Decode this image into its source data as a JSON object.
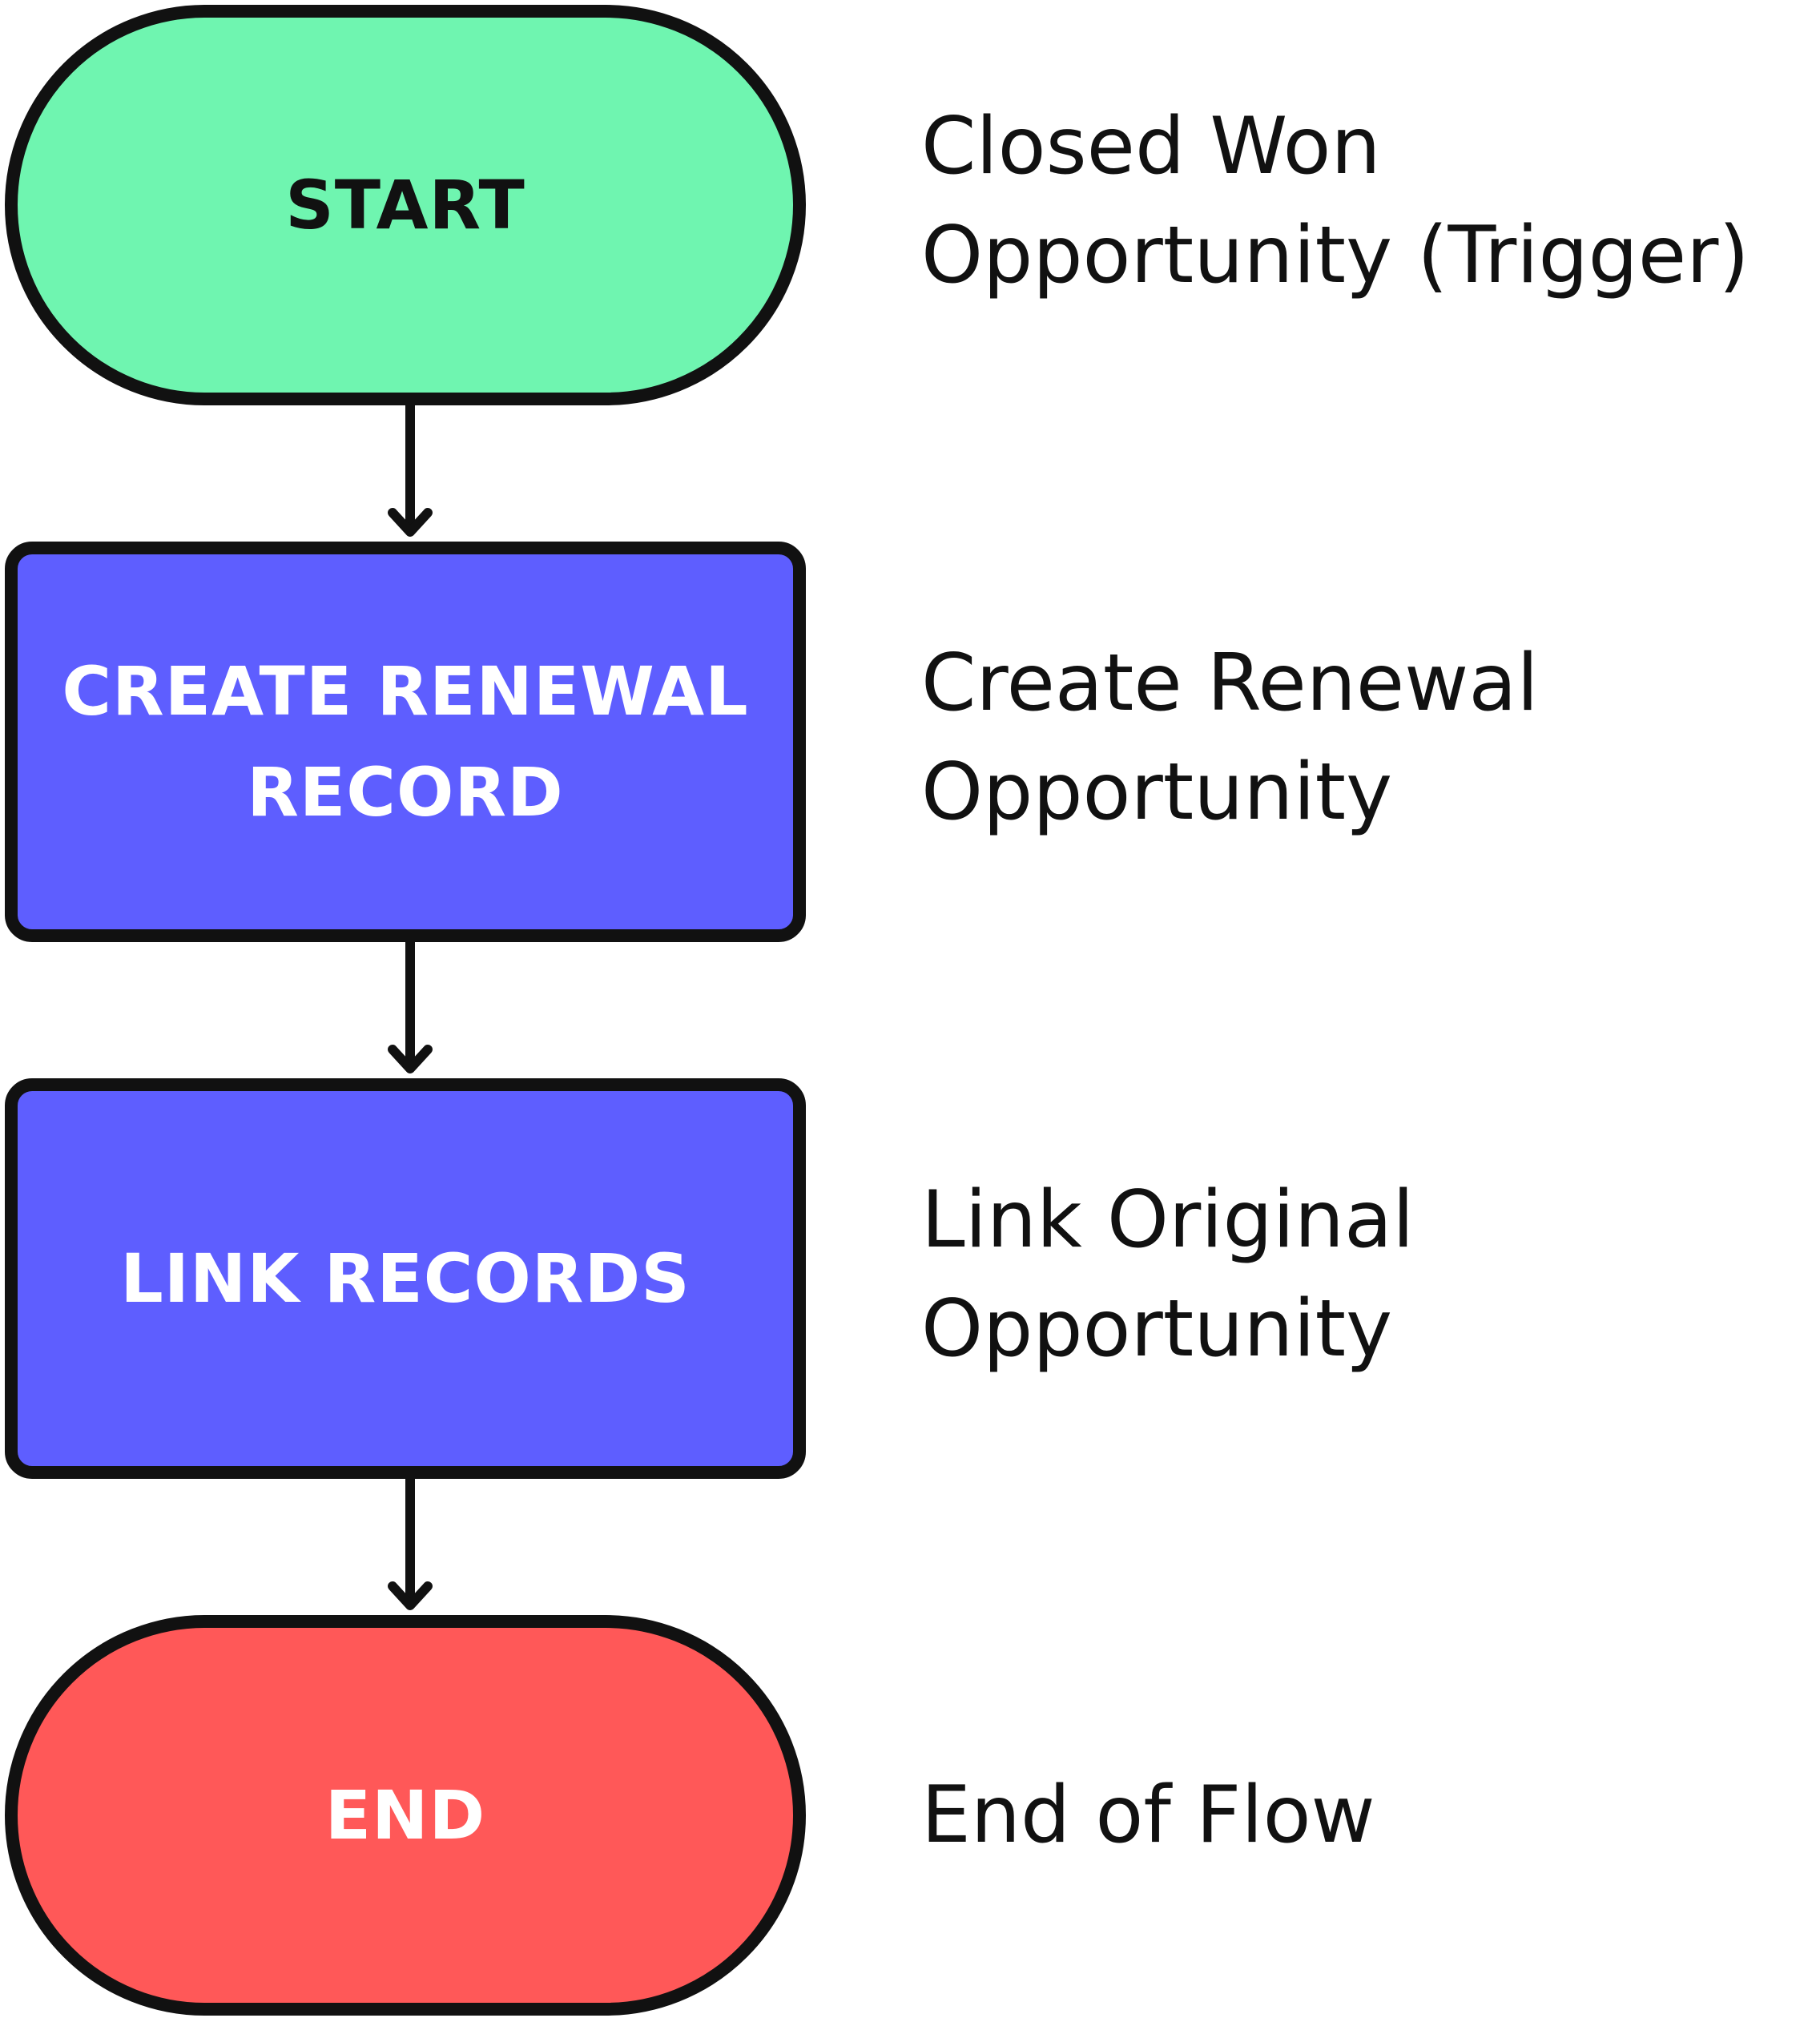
{
  "colors": {
    "start_fill": "#6ff5b0",
    "process_fill": "#5e5eff",
    "end_fill": "#ff5858",
    "outline": "#111111",
    "start_text": "#111111",
    "process_text": "#ffffff",
    "end_text": "#ffffff"
  },
  "steps": [
    {
      "shape": "terminal",
      "label": "START",
      "description": "Closed Won\nOpportunity (Trigger)"
    },
    {
      "shape": "process",
      "label": "CREATE RENEWAL\nRECORD",
      "description": "Create Renewal\nOpportunity"
    },
    {
      "shape": "process",
      "label": "LINK RECORDS",
      "description": "Link Original\nOpportunity"
    },
    {
      "shape": "terminal",
      "label": "END",
      "description": "End of Flow"
    }
  ]
}
